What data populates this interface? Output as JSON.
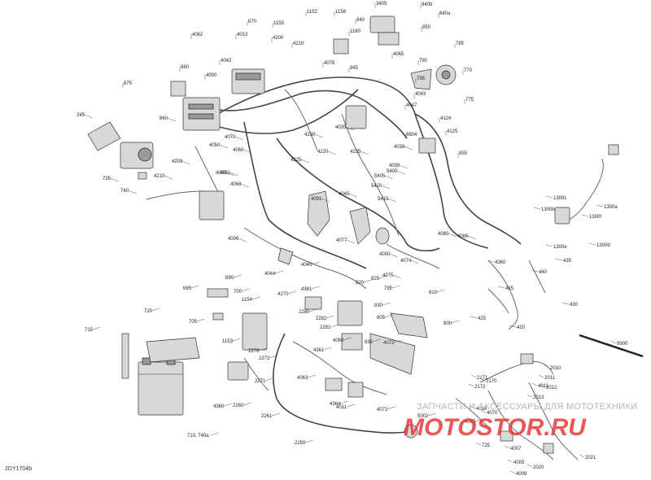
{
  "labels": {
    "top": [
      "1152",
      "1156",
      "3405",
      "840b",
      "840a",
      "840",
      "850",
      "670",
      "1155",
      "4062",
      "4013",
      "4200",
      "1160",
      "4210",
      "4042",
      "4076",
      "4065",
      "845",
      "785",
      "880",
      "875",
      "4000",
      "790",
      "770",
      "795",
      "4043",
      "775",
      "4047",
      "4124",
      "4125",
      "855",
      "8804"
    ],
    "left": [
      "245",
      "735",
      "740",
      "4210",
      "4209",
      "860",
      "4070",
      "4050",
      "4060",
      "4080",
      "4225",
      "4220",
      "4230",
      "4235",
      "4035",
      "4038",
      "4068",
      "4031",
      "4045",
      "5415",
      "5420",
      "5405",
      "5400",
      "4030",
      "4091",
      "4006",
      "4077",
      "4075",
      "4074",
      "4080",
      "4086",
      "4000"
    ],
    "right": [
      "1300a",
      "1300b",
      "1300c",
      "1300d",
      "1300e",
      "1300f",
      "440",
      "435",
      "430",
      "420",
      "425",
      "415",
      "4360"
    ],
    "middle": [
      "690",
      "695",
      "700",
      "705",
      "710, 740a",
      "715",
      "720",
      "1154",
      "1153",
      "4270",
      "4381",
      "2280",
      "2281",
      "2282",
      "2276",
      "2272",
      "2271",
      "2260",
      "2261",
      "4361",
      "4360",
      "4040",
      "4044",
      "4072",
      "825",
      "820",
      "795",
      "810",
      "830",
      "835",
      "800",
      "805",
      "4060",
      "4063",
      "4364",
      "4072",
      "4011",
      "2250",
      "5002",
      "4065"
    ],
    "bottom": [
      "2171",
      "2172",
      "2170",
      "4010",
      "4070",
      "4011",
      "2010",
      "2011",
      "2012",
      "2013",
      "2020",
      "2021",
      "4007",
      "4005",
      "4009",
      "725",
      "9900"
    ]
  },
  "diagram_code": "2DY1704b",
  "watermark": {
    "line1": "ЗАПЧАСТИ И АКСЕССУАРЫ ДЛЯ МОТОТЕХНИКИ",
    "line2": "MOTOSTOR.RU"
  },
  "colors": {
    "line": "#333333",
    "watermark_gray": "#b5b5b5",
    "watermark_red": "#e63a3a"
  }
}
